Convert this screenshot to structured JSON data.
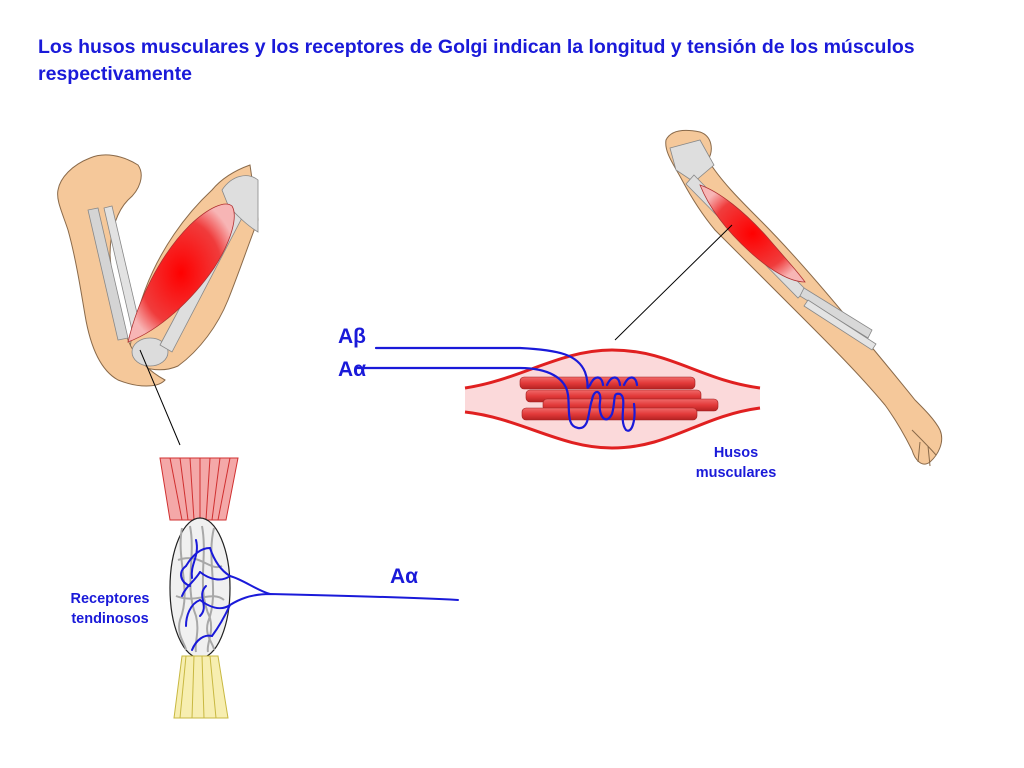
{
  "title": "Los husos musculares y los receptores de Golgi indican la longitud y tensión de los músculos respectivamente",
  "labels": {
    "a_beta": "Aβ",
    "a_alpha_spindle": "Aα",
    "a_alpha_tendon": "Aα",
    "husos_line1": "Husos",
    "husos_line2": "musculares",
    "receptores_line1": "Receptores",
    "receptores_line2": "tendinosos"
  },
  "colors": {
    "text": "#1a1ad9",
    "nerve": "#1a1ad9",
    "muscle": "#e8343a",
    "skin": "#f5c89a",
    "bone": "#cfcfcf"
  }
}
